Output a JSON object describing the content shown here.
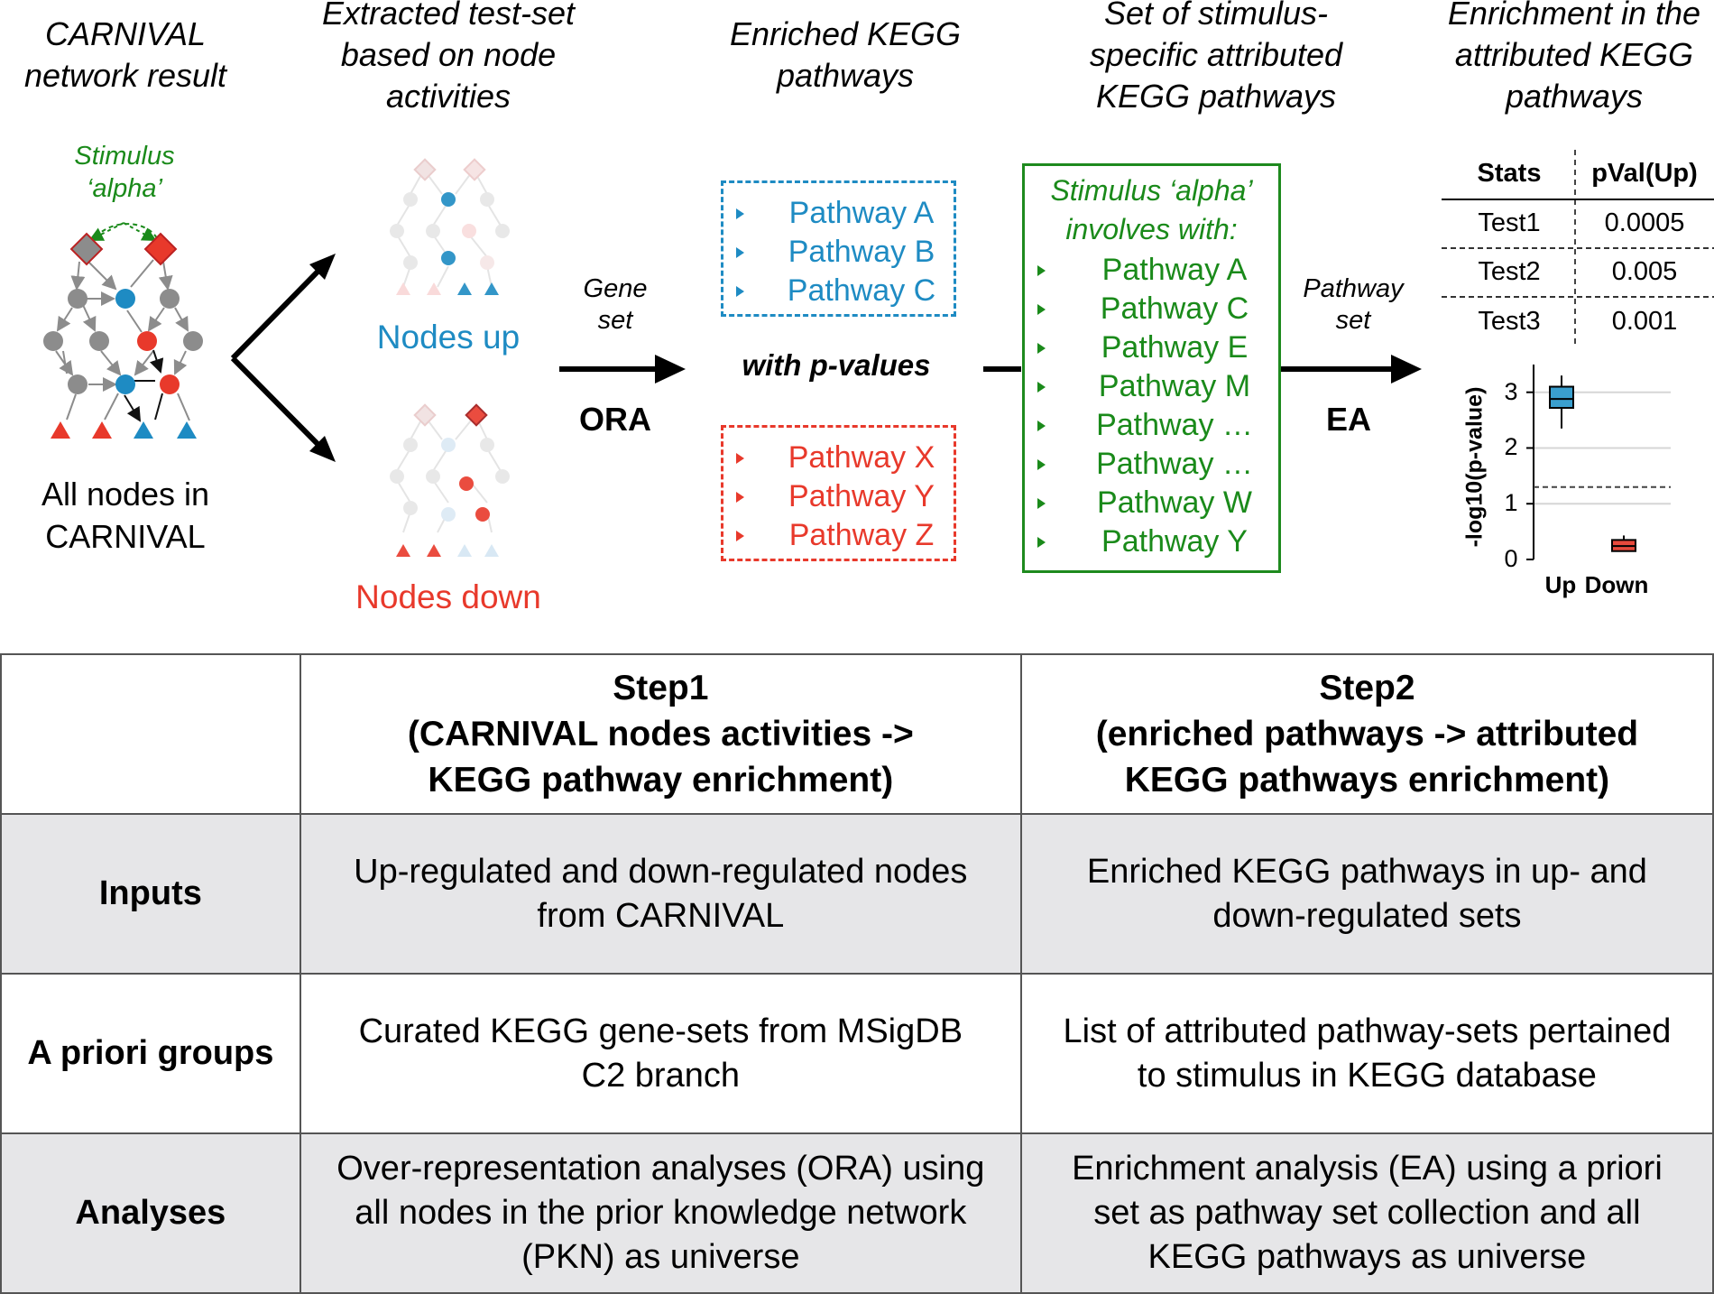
{
  "headers": {
    "col1": "CARNIVAL\nnetwork result",
    "col2": "Extracted test-set\nbased on node\nactivities",
    "col3": "Enriched KEGG\npathways",
    "col4": "Set of stimulus-\nspecific attributed\nKEGG pathways",
    "col5": "Enrichment in the\nattributed KEGG\npathways"
  },
  "network": {
    "stimulus_label": "Stimulus\n‘alpha’",
    "all_nodes_label": "All nodes in\nCARNIVAL",
    "nodes_up_label": "Nodes up",
    "nodes_down_label": "Nodes down"
  },
  "ora": {
    "gene_set_label": "Gene\nset",
    "method_label": "ORA",
    "with_pvalues": "with p-values"
  },
  "up_pathways": [
    "Pathway A",
    "Pathway B",
    "Pathway C"
  ],
  "down_pathways": [
    "Pathway X",
    "Pathway Y",
    "Pathway Z"
  ],
  "stimulus_box": {
    "title": "Stimulus ‘alpha’\ninvolves with:",
    "pathways": [
      "Pathway A",
      "Pathway C",
      "Pathway E",
      "Pathway M",
      "Pathway …",
      "Pathway …",
      "Pathway W",
      "Pathway Y"
    ]
  },
  "ea": {
    "pathway_set_label": "Pathway\nset",
    "method_label": "EA"
  },
  "stats_table": {
    "headers": [
      "Stats",
      "pVal(Up)"
    ],
    "rows": [
      [
        "Test1",
        "0.0005"
      ],
      [
        "Test2",
        "0.005"
      ],
      [
        "Test3",
        "0.001"
      ]
    ]
  },
  "chart_data": {
    "type": "box",
    "categories": [
      "Up",
      "Down"
    ],
    "ylabel": "-log10(p-value)",
    "ylim": [
      0,
      3.4
    ],
    "yticks": [
      0,
      1,
      2,
      3
    ],
    "threshold": 1.3,
    "boxes": [
      {
        "name": "Up",
        "min": 2.35,
        "q1": 2.72,
        "median": 2.88,
        "q3": 3.1,
        "max": 3.3,
        "color": "#3a9fce"
      },
      {
        "name": "Down",
        "min": 0.15,
        "q1": 0.15,
        "median": 0.24,
        "q3": 0.35,
        "max": 0.43,
        "color": "#e8493c"
      }
    ]
  },
  "main_table": {
    "col_headers": [
      "",
      "Step1\n(CARNIVAL nodes activities ->\nKEGG pathway enrichment)",
      "Step2\n(enriched pathways -> attributed\nKEGG pathways enrichment)"
    ],
    "rows": [
      {
        "label": "Inputs",
        "step1": "Up-regulated and down-regulated nodes\nfrom CARNIVAL",
        "step2": "Enriched KEGG pathways in up- and\ndown-regulated sets"
      },
      {
        "label": "A priori groups",
        "step1": "Curated KEGG gene-sets from MSigDB\nC2 branch",
        "step2": "List of attributed pathway-sets pertained\nto stimulus in KEGG database"
      },
      {
        "label": "Analyses",
        "step1": "Over-representation analyses (ORA) using\nall nodes in the prior knowledge network\n(PKN) as universe",
        "step2": "Enrichment analysis (EA) using a priori\nset as pathway set collection and all\nKEGG pathways as universe"
      }
    ]
  },
  "colors": {
    "up": "#1e8bc3",
    "down": "#e8392b",
    "green": "#1a8a1a",
    "gray_node": "#8c8c8c",
    "box_border_green": "#1e8a1e"
  }
}
